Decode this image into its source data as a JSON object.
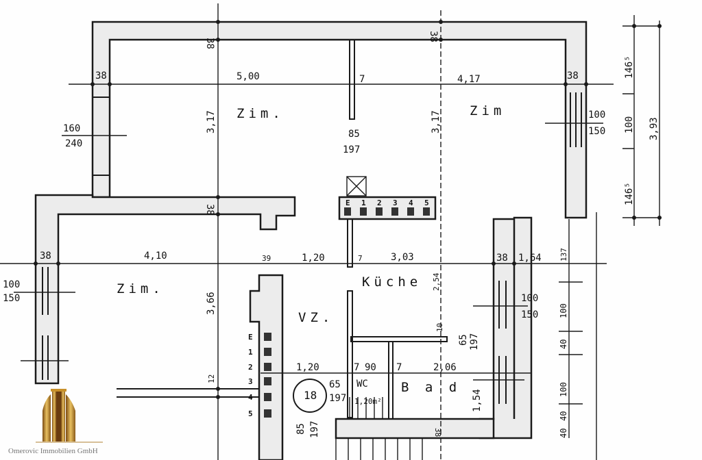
{
  "rooms": {
    "zim_top_left": "Zim.",
    "zim_top_right": "Zim",
    "zim_left": "Zim.",
    "vz": "VZ.",
    "kueche": "Küche",
    "wc": "WC",
    "bad": "B a d",
    "wc_area": "1,20m²"
  },
  "dims": {
    "wall_top_1": "38",
    "wall_top_2": "38",
    "wall_left_top": "38",
    "wall_right_top": "38",
    "width_top_left": "5,00",
    "partition_top": "7",
    "width_top_right": "4,17",
    "height_top_left": "3,17",
    "height_top_right": "3,17",
    "window_left_top_w": "160",
    "window_left_top_h": "240",
    "door_top_w": "85",
    "door_top_h": "197",
    "window_right_top_w": "100",
    "window_right_top_h": "150",
    "right_146_top": "146⁵",
    "right_100": "100",
    "right_146_bottom": "146⁵",
    "right_total": "3,93",
    "wall_mid": "38",
    "wall_left_mid": "38",
    "width_left": "4,10",
    "dim_39": "39",
    "dim_120_top": "1,20",
    "partition_kueche": "7",
    "width_kueche": "3,03",
    "height_kueche": "2,54",
    "wall_right_mid": "38",
    "dim_164": "1,64",
    "dim_137": "137",
    "window_left_w": "100",
    "window_left_h": "150",
    "height_left": "3,66",
    "window_kueche_w": "100",
    "window_kueche_h": "150",
    "wall_10": "10",
    "door_bad_w": "65",
    "door_bad_h": "197",
    "dim_120_mid": "1,20",
    "dim_7_wc": "7",
    "dim_90": "90",
    "dim_7_bad": "7",
    "width_bad": "2,06",
    "height_bad": "1,54",
    "door_wc_w": "65",
    "door_wc_h": "197",
    "dim_12": "12",
    "door_vz_w": "85",
    "door_vz_h": "197",
    "entrance_number": "18",
    "wall_bottom": "38",
    "right_100_a": "100",
    "right_40_a": "40",
    "right_100_b": "100",
    "right_40_b": "40",
    "right_40_c": "40"
  },
  "flue_labels": {
    "top": [
      "E",
      "1",
      "2",
      "3",
      "4",
      "5"
    ],
    "left": [
      "E",
      "1",
      "2",
      "3",
      "4",
      "5"
    ]
  },
  "logo": {
    "company": "Omerovic Immobilien GmbH",
    "colors": [
      "#7a4a12",
      "#c8902a",
      "#e8c060"
    ]
  }
}
